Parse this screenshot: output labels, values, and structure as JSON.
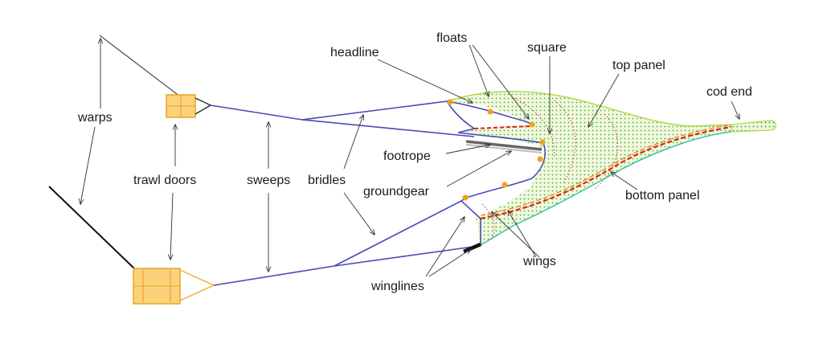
{
  "labels": {
    "warps": "warps",
    "trawl_doors": "trawl doors",
    "sweeps": "sweeps",
    "bridles": "bridles",
    "headline": "headline",
    "floats": "floats",
    "square": "square",
    "top_panel": "top panel",
    "cod_end": "cod end",
    "footrope": "footrope",
    "groundgear": "groundgear",
    "bottom_panel": "bottom  panel",
    "wings": "wings",
    "winglines": "winglines"
  },
  "colors": {
    "net_lines": "#4a4ab8",
    "net_fill": "#f2f8dc",
    "net_dots": "#3bb04b",
    "top_edge": "#b6d84a",
    "bottom_edge": "#3fc2a6",
    "red_dash": "#e0201a",
    "orange_dash": "#e88a16",
    "dotted_red": "#d23a28",
    "door_fill": "#fbd27a",
    "door_stroke": "#e6a528",
    "float": "#f3a21c",
    "text": "#1a1a1a"
  }
}
